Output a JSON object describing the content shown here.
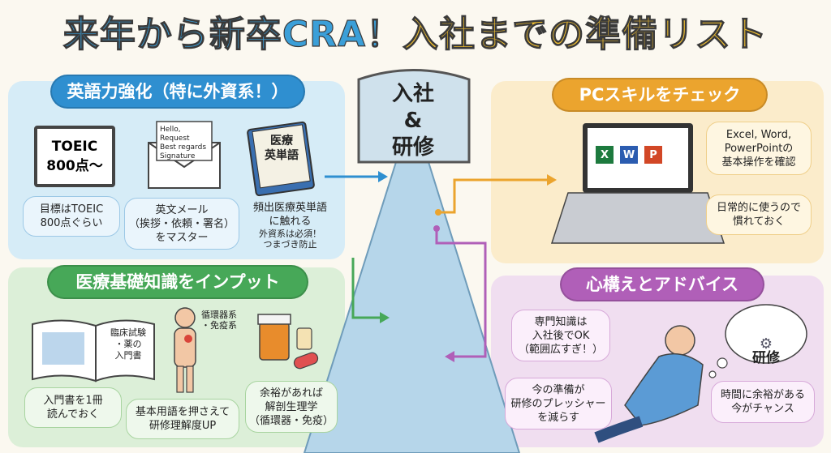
{
  "title": {
    "part1": "来年から新卒CRA！",
    "part2": "入社までの準備リスト"
  },
  "center": {
    "line1": "入社",
    "line2": "&",
    "line3": "研修"
  },
  "english": {
    "header": "英語力強化（特に外資系！）",
    "toeic_sign": {
      "line1": "TOEIC",
      "line2": "800点〜"
    },
    "letter": {
      "line1": "Hello,",
      "line2": "Request",
      "line3": "Best regards",
      "line4": "Signature"
    },
    "book": {
      "line1": "医療",
      "line2": "英単語"
    },
    "item1": {
      "line1": "目標はTOEIC",
      "line2": "800点ぐらい"
    },
    "item2": {
      "line1": "英文メール",
      "line2": "（挨拶・依頼・署名）",
      "line3": "をマスター"
    },
    "item3": {
      "line1": "頻出医療英単語",
      "line2": "に触れる",
      "line3": "外資系は必須！",
      "line4": "つまづき防止"
    }
  },
  "medical": {
    "header": "医療基礎知識をインプット",
    "book": {
      "line1": "臨床試験",
      "line2": "・薬の",
      "line3": "入門書"
    },
    "body_label": {
      "line1": "循環器系",
      "line2": "・免疫系"
    },
    "item1": {
      "line1": "入門書を1冊",
      "line2": "読んでおく"
    },
    "item2": {
      "line1": "基本用語を押さえて",
      "line2": "研修理解度UP"
    },
    "item3": {
      "line1": "余裕があれば",
      "line2": "解剖生理学",
      "line3": "（循環器・免疫）"
    }
  },
  "pc": {
    "header": "PCスキルをチェック",
    "item1": {
      "line1": "Excel, Word,",
      "line2": "PowerPointの",
      "line3": "基本操作を確認"
    },
    "item2": {
      "line1": "日常的に使うので",
      "line2": "慣れておく"
    },
    "apps": {
      "excel": "X",
      "word": "W",
      "powerpoint": "P"
    }
  },
  "mindset": {
    "header": "心構えとアドバイス",
    "item1": {
      "line1": "専門知識は",
      "line2": "入社後でOK",
      "line3": "（範囲広すぎ！）"
    },
    "item2": {
      "line1": "今の準備が",
      "line2": "研修のプレッシャー",
      "line3": "を減らす"
    },
    "item3": {
      "line1": "時間に余裕がある",
      "line2": "今がチャンス"
    },
    "thought": "研修"
  },
  "colors": {
    "blue": "#2f8fd0",
    "green": "#47a858",
    "orange": "#eba42e",
    "purple": "#b05fb8"
  }
}
